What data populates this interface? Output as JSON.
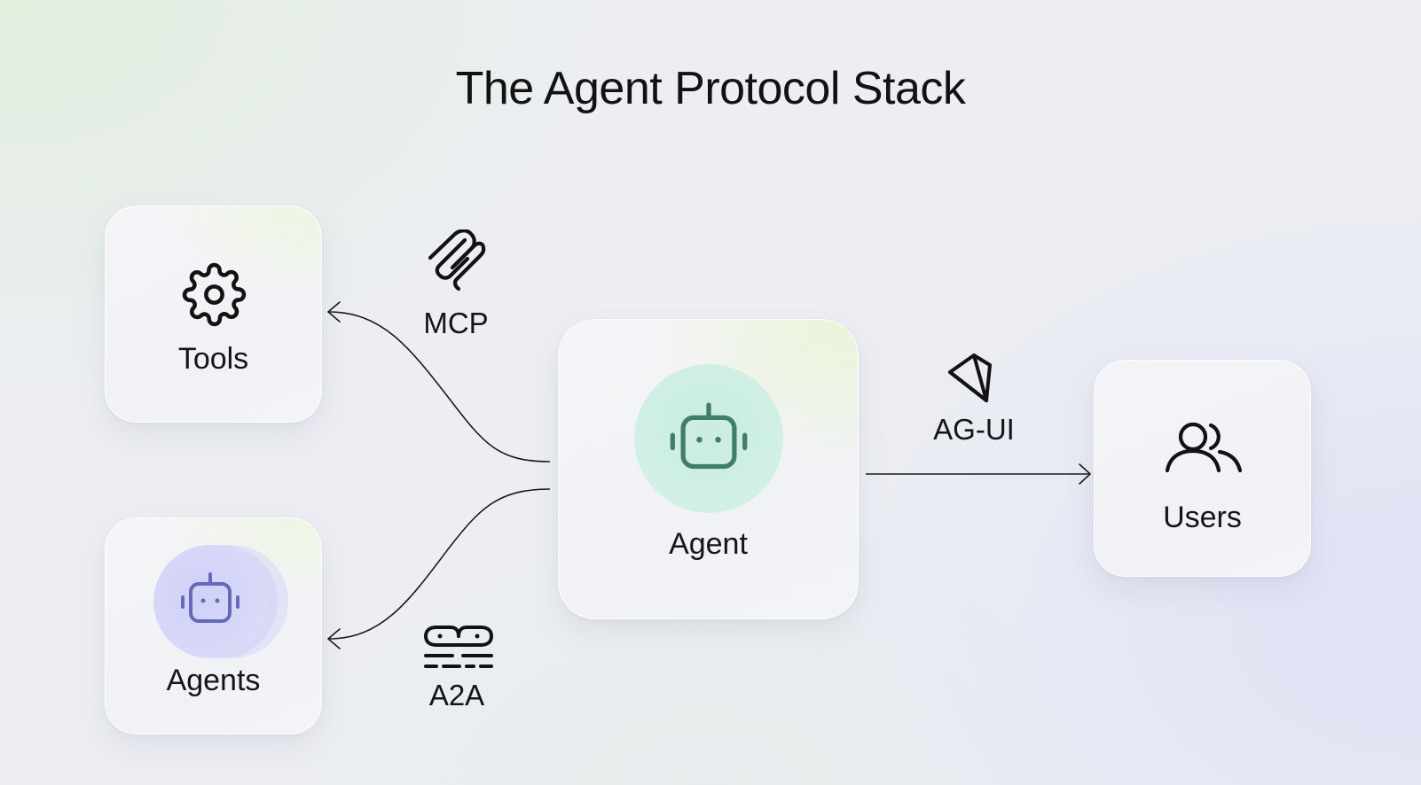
{
  "title": "The Agent Protocol Stack",
  "nodes": {
    "tools": {
      "label": "Tools",
      "icon": "gear-icon"
    },
    "agents": {
      "label": "Agents",
      "icon": "robot-icon"
    },
    "agent": {
      "label": "Agent",
      "icon": "robot-icon"
    },
    "users": {
      "label": "Users",
      "icon": "users-icon"
    }
  },
  "protocols": {
    "mcp": {
      "label": "MCP",
      "icon": "mcp-icon"
    },
    "a2a": {
      "label": "A2A",
      "icon": "a2a-icon"
    },
    "agui": {
      "label": "AG-UI",
      "icon": "gem-icon"
    }
  },
  "edges": [
    {
      "from": "agent",
      "to": "tools",
      "label": "MCP"
    },
    {
      "from": "agent",
      "to": "agents",
      "label": "A2A"
    },
    {
      "from": "agent",
      "to": "users",
      "label": "AG-UI"
    }
  ],
  "colors": {
    "agent_accent": "#3f7d6c",
    "agent_circle": "#cdeee2",
    "agents_accent": "#6669b8",
    "agents_circle": "#d4d5f7",
    "text": "#141414"
  }
}
